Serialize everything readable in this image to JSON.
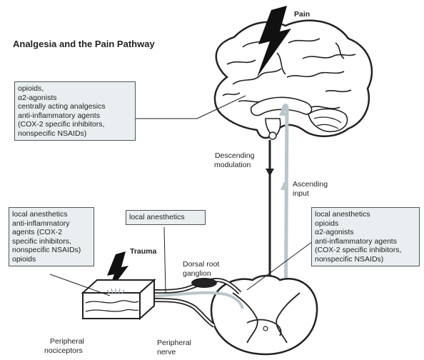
{
  "title": "Analgesia and the Pain Pathway",
  "labels": {
    "pain": "Pain",
    "trauma": "Trauma",
    "descending": [
      "Descending",
      "modulation"
    ],
    "ascending": [
      "Ascending",
      "input"
    ],
    "dorsal": [
      "Dorsal root",
      "ganglion"
    ],
    "nociceptors": [
      "Peripheral",
      "nociceptors"
    ],
    "nerve": [
      "Peripheral",
      "nerve"
    ]
  },
  "boxes": {
    "central": [
      "opioids,",
      "α2-agonists",
      "centrally acting analgesics",
      "anti-inflammatory agents",
      "(COX-2 specific inhibitors,",
      "nonspecific NSAIDs)"
    ],
    "peripheral": [
      "local anesthetics",
      "anti-inflammatory",
      "agents (COX-2",
      "specific inhibitors,",
      "nonspecific NSAIDs)",
      "opioids"
    ],
    "nerve": [
      "local anesthetics"
    ],
    "spinal": [
      "local anesthetics",
      "opioids",
      "α2-agonists",
      "anti-inflammatory agents",
      "(COX-2 specific inhibitors,",
      "nonspecific NSAIDs)"
    ]
  },
  "colors": {
    "box_fill": "#e9eef0",
    "ascending_path": "#b9c6cb",
    "descending_path": "#222222"
  }
}
